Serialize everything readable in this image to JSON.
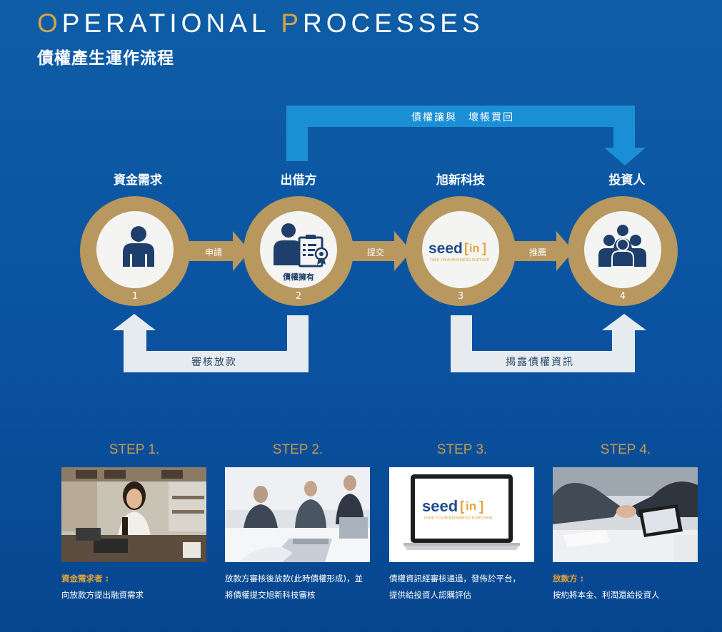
{
  "header": {
    "title_o": "O",
    "title_rest1": "PERATIONAL ",
    "title_p": "P",
    "title_rest2": "ROCESSES",
    "subtitle": "債權產生運作流程"
  },
  "nodes": [
    {
      "label": "資金需求",
      "number": "1",
      "icon": "person-icon"
    },
    {
      "label": "出借方",
      "number": "2",
      "icon": "lender-certificate-icon",
      "caption": "債權擁有"
    },
    {
      "label": "旭新科技",
      "number": "3",
      "icon": "seedin-logo",
      "logo_main": "seed",
      "logo_bracket": "in",
      "logo_tag": "TAKE YOUR BUSINESS FURTHER"
    },
    {
      "label": "投資人",
      "number": "4",
      "icon": "investor-group-icon"
    }
  ],
  "edges": [
    "申請",
    "提交",
    "推薦"
  ],
  "loops": {
    "top": "債權讓與　壞帳買回",
    "bottom_left": "審核放款",
    "bottom_right": "揭露債權資訊"
  },
  "steps": [
    {
      "title": "STEP 1.",
      "photo": "cashier-photo",
      "highlight": "資金需求者",
      "sep": " :",
      "text": "向放款方提出融資需求"
    },
    {
      "title": "STEP 2.",
      "photo": "meeting-photo",
      "highlight": "",
      "sep": "",
      "text": "放款方審核後放款(此時債權形成)，並將債權提交旭新科技審核"
    },
    {
      "title": "STEP 3.",
      "photo": "laptop-photo",
      "highlight": "",
      "sep": "",
      "text": "債權資訊經審核通過，發佈於平台，提供給投資人認購評估"
    },
    {
      "title": "STEP 4.",
      "photo": "handshake-photo",
      "highlight": "放款方",
      "sep": " :",
      "text": "按約將本金、利潤還給投資人"
    }
  ],
  "colors": {
    "background": "#0b55a2",
    "gold": "#b8985e",
    "accent": "#d2a44a",
    "navy": "#1e3f6b",
    "top_arrow": "#1b8fd6",
    "bottom_arrow": "#e6ebf0"
  }
}
